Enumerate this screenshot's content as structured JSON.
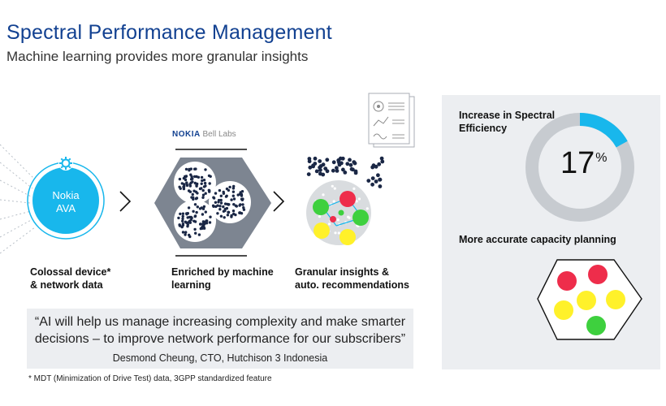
{
  "header": {
    "title": "Spectral Performance Management",
    "subtitle": "Machine learning provides more granular insights"
  },
  "flow": {
    "ava_label_line1": "Nokia",
    "ava_label_line2": "AVA",
    "brand_name": "NOKIA",
    "brand_suffix": "Bell Labs",
    "step1_line1": "Colossal device*",
    "step1_line2": "& network data",
    "step2_line1": "Enriched by machine",
    "step2_line2": "learning",
    "step3_line1": "Granular insights &",
    "step3_line2": "auto. recommendations"
  },
  "quote": {
    "line1": "“AI will help us manage increasing complexity and make smarter",
    "line2": "decisions – to improve network performance for our subscribers”",
    "author": "Desmond Cheung, CTO, Hutchison 3 Indonesia"
  },
  "footnote": "* MDT (Minimization of Drive Test) data, 3GPP standardized feature",
  "kpi": {
    "label_line1": "Increase in Spectral",
    "label_line2": "Efficiency",
    "value": "17",
    "unit": "%",
    "fraction": 0.17,
    "second_label": "More accurate capacity planning"
  },
  "colors": {
    "brand_blue": "#124191",
    "accent_cyan": "#18b7ec",
    "ring_gray": "#c7cbd0",
    "red": "#ee2d4b",
    "green": "#3ed03e",
    "yellow": "#fff12a",
    "navy_dot": "#1a2745"
  },
  "icons": [
    "gear-icon",
    "chevron-right-icon",
    "chevron-right-icon",
    "document-chart-icon"
  ]
}
